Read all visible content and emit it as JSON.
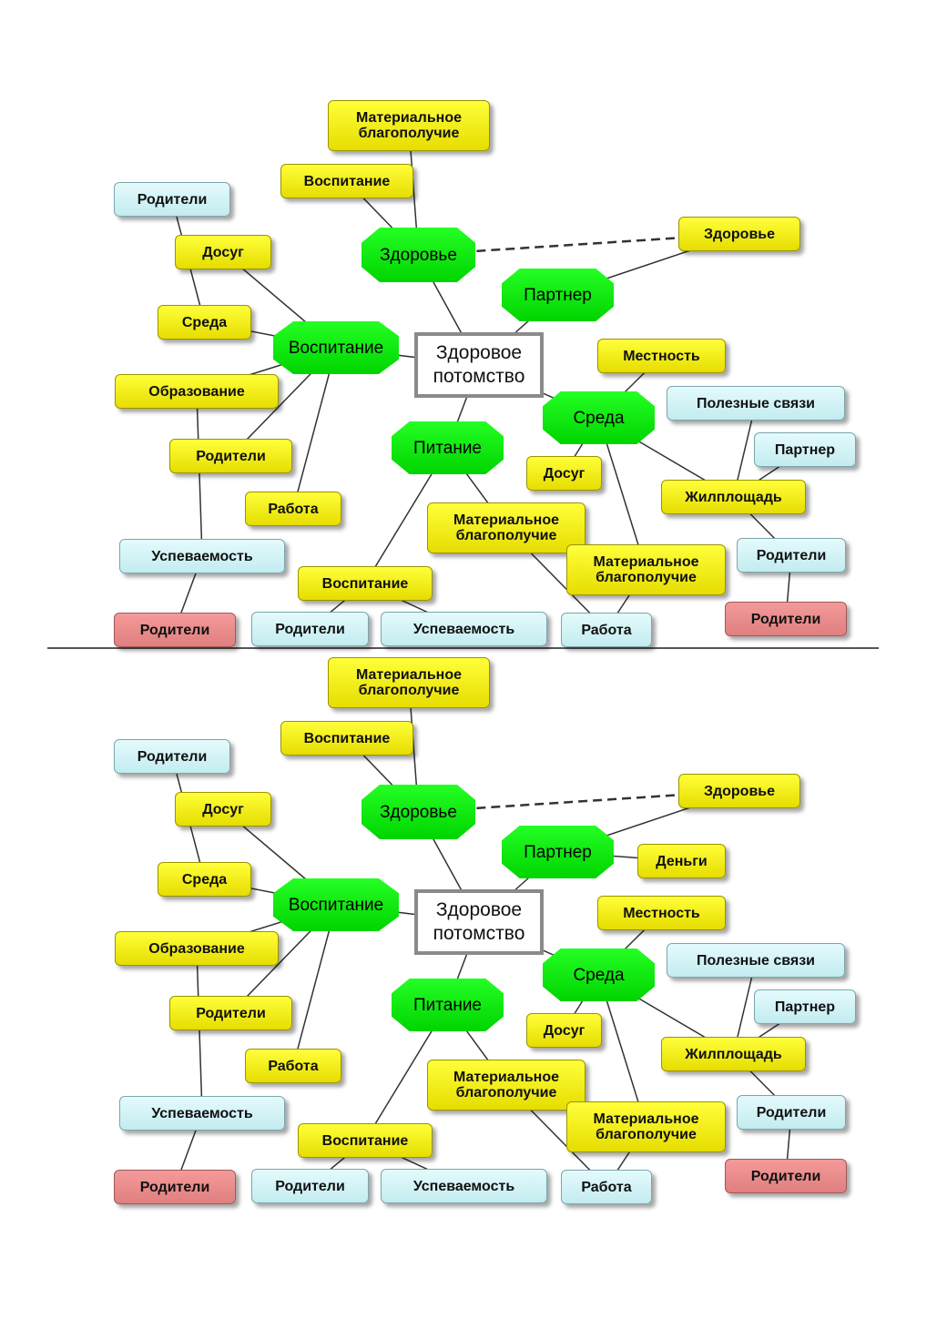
{
  "diagram_top": {
    "center": "Здоровое\nпотомство",
    "hubs": {
      "zdorovie": "Здоровье",
      "partner": "Партнер",
      "vospitanie": "Воспитание",
      "sreda": "Среда",
      "pitanie": "Питание"
    },
    "nodes": {
      "material_top": "Материальное\nблагополучие",
      "vospitanie_top": "Воспитание",
      "zdorovie_right": "Здоровье",
      "roditeli_topleft": "Родители",
      "dosug_left": "Досуг",
      "sreda_left": "Среда",
      "obrazovanie": "Образование",
      "roditeli_mid": "Родители",
      "rabota_left": "Работа",
      "uspevaemost_left": "Успеваемость",
      "roditeli_red_left": "Родители",
      "mestnost": "Местность",
      "poleznye": "Полезные связи",
      "partner_blue": "Партнер",
      "dosug_mid": "Досуг",
      "zhilploshad": "Жилплощадь",
      "material_mid": "Материальное\nблагополучие",
      "material_right": "Материальное\nблагополучие",
      "roditeli_blue_right": "Родители",
      "roditeli_red_right": "Родители",
      "vospitanie_bottom": "Воспитание",
      "roditeli_bottom": "Родители",
      "uspevaemost_bottom": "Успеваемость",
      "rabota_bottom": "Работа"
    }
  },
  "diagram_bottom": {
    "center": "Здоровое\nпотомство",
    "hubs": {
      "zdorovie": "Здоровье",
      "partner": "Партнер",
      "vospitanie": "Воспитание",
      "sreda": "Среда",
      "pitanie": "Питание"
    },
    "nodes": {
      "material_top": "Материальное\nблагополучие",
      "vospitanie_top": "Воспитание",
      "zdorovie_right": "Здоровье",
      "dengi": "Деньги",
      "roditeli_topleft": "Родители",
      "dosug_left": "Досуг",
      "sreda_left": "Среда",
      "obrazovanie": "Образование",
      "roditeli_mid": "Родители",
      "rabota_left": "Работа",
      "uspevaemost_left": "Успеваемость",
      "roditeli_red_left": "Родители",
      "mestnost": "Местность",
      "poleznye": "Полезные связи",
      "partner_blue": "Партнер",
      "dosug_mid": "Досуг",
      "zhilploshad": "Жилплощадь",
      "material_mid": "Материальное\nблагополучие",
      "material_right": "Материальное\nблагополучие",
      "roditeli_blue_right": "Родители",
      "roditeli_red_right": "Родители",
      "vospitanie_bottom": "Воспитание",
      "roditeli_bottom": "Родители",
      "uspevaemost_bottom": "Успеваемость",
      "rabota_bottom": "Работа"
    }
  },
  "colors": {
    "hub_green": "#00e000",
    "leaf_yellow": "#f5f000",
    "leaf_blue": "#d5f3f6",
    "leaf_red": "#ea8a8a",
    "line": "#333333"
  }
}
